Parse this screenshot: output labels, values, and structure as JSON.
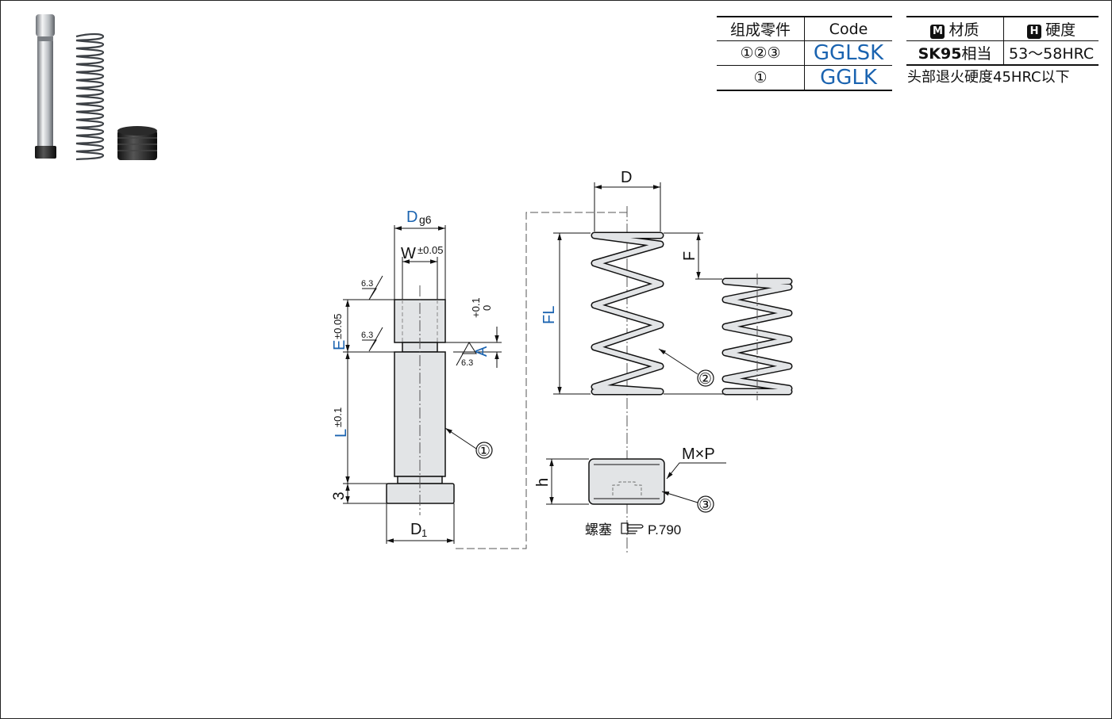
{
  "parts_table": {
    "header": [
      "组成零件",
      "Code"
    ],
    "rows": [
      {
        "parts": "①②③",
        "code": "GGLSK"
      },
      {
        "parts": "①",
        "code": "GGLK"
      }
    ]
  },
  "material_table": {
    "material_badge": "M",
    "material_header": "材质",
    "hardness_badge": "H",
    "hardness_header": "硬度",
    "material_grade": "SK95",
    "material_suffix": "相当",
    "hardness": "53～58HRC",
    "note": "头部退火硬度45HRC以下"
  },
  "drawing": {
    "pin": {
      "dim_d_main": "D",
      "dim_d_sub": "g6",
      "dim_w_main": "W",
      "dim_w_tol": "±0.05",
      "dim_e_main": "E",
      "dim_e_tol": "±0.05",
      "dim_a_main": "A",
      "dim_a_tol_upper": "+0.1",
      "dim_a_tol_lower": "0",
      "dim_l_main": "L",
      "dim_l_tol": "±0.1",
      "dim_3": "3",
      "dim_d1_main": "D",
      "dim_d1_sub": "1",
      "roughness": "6.3",
      "callout": "①"
    },
    "spring": {
      "dim_d": "D",
      "dim_fl": "FL",
      "dim_f": "F",
      "callout": "②"
    },
    "plug": {
      "dim_mxp": "M×P",
      "dim_h": "h",
      "callout": "③",
      "reference_label": "螺塞",
      "reference_page": "P.790"
    }
  },
  "colors": {
    "accent_blue": "#1a63b0",
    "part_gray": "#e2e4e6"
  }
}
